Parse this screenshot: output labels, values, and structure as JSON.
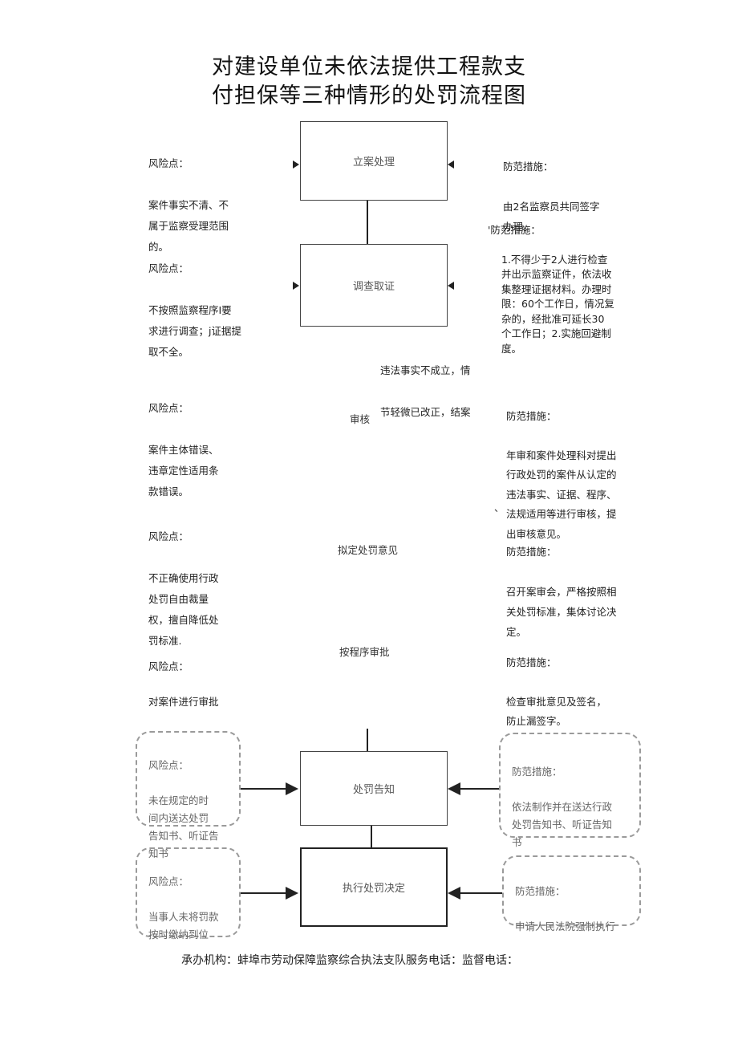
{
  "title": {
    "line1": "对建设单位未依法提供工程款支",
    "line2": "付担保等三种情形的处罚流程图"
  },
  "steps": {
    "s1": "立案处理",
    "s2": "调查取证",
    "s3": "审核",
    "s4": "拟定处罚意见",
    "s5": "按程序审批",
    "s6": "处罚告知",
    "s7": "执行处罚决定"
  },
  "branch_note": {
    "line1": "违法事实不成立，情",
    "line2": "节轻微已改正，结案"
  },
  "risks": {
    "r1": {
      "label": "风险点：",
      "text": "案件事实不清、不\n属于监察受理范围\n的。"
    },
    "r2": {
      "label": "风险点：",
      "text": "不按照监察程序I要\n求进行调查；j证据提\n取不全。"
    },
    "r3": {
      "label": "风险点：",
      "text": "案件主体错误、\n违章定性适用条\n款错误。"
    },
    "r4": {
      "label": "风险点：",
      "text": "不正确使用行政\n处罚自由裁量\n权，擅自降低处\n罚标准."
    },
    "r5": {
      "label": "风险点：",
      "text": "对案件进行审批"
    },
    "r6": {
      "label": "风险点：",
      "text": "未在规定的时\n间内送达处罚\n告知书、听证告\n知书"
    },
    "r7": {
      "label": "风险点：",
      "text": "当事人未将罚款\n按时缴纳到位"
    }
  },
  "measures": {
    "m1": {
      "label": "防范措施：",
      "text": "由2名监察员共同签字\n办理。"
    },
    "m2": {
      "label": "'防范措施：",
      "text": "1.不得少于2人进行检查\n并出示监察证件，依法收\n集整理证据材料。办理时\n限：60个工作日，情况复\n杂的，经批准可延长30\n个工作日；2.实施回避制\n度。"
    },
    "m3": {
      "label": "防范措施：",
      "text": "年审和案件处理科对提出\n行政处罚的案件从认定的\n违法事实、证据、程序、\n法规适用等进行审核，提\n出审核意见。"
    },
    "m4": {
      "label": "防范措施：",
      "text": "召开案审会，严格按照相\n关处罚标准，集体讨论决\n定。"
    },
    "m5": {
      "label": "防范措施：",
      "text": "检查审批意见及签名，\n防止漏签字。"
    },
    "m6": {
      "label": "防范措施：",
      "text": "依法制作并在送达行政\n处罚告知书、听证告知\n书"
    },
    "m7": {
      "label": "防范措施：",
      "text": "申请人民法院强制执行"
    }
  },
  "stray_mark": "、",
  "footer": "承办机构：蚌埠市劳动保障监察综合执法支队服务电话：监督电话："
}
